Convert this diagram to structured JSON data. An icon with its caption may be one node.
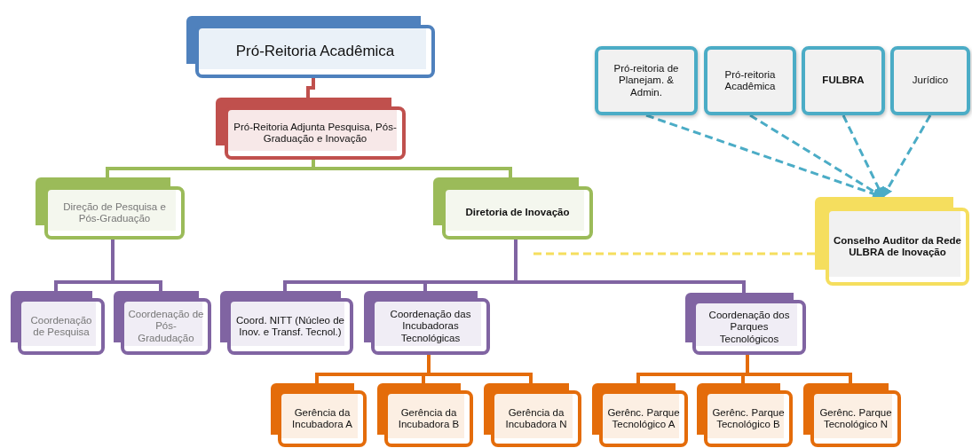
{
  "diagram": {
    "nodes": [
      {
        "text": [
          "Pró-Reitoria Acadêmica"
        ]
      },
      {
        "text": [
          "Pró-Reitoria Adjunta Pesquisa, Pós-Graduação e Inovação"
        ]
      },
      {
        "text": [
          "Direção de Pesquisa e Pós-Graduação"
        ]
      },
      {
        "text": [
          "Diretoria de Inovação"
        ]
      },
      {
        "text": [
          "Coordenação de Pesquisa"
        ]
      },
      {
        "text": [
          "Coordenação de Pós-Gradudação"
        ]
      },
      {
        "text": [
          "Coord. NITT (Núcleo de Inov. e Transf. Tecnol.)"
        ]
      },
      {
        "text": [
          "Coordenação das Incubadoras Tecnológicas"
        ]
      },
      {
        "text": [
          "Coordenação dos Parques Tecnológicos"
        ]
      },
      {
        "text": [
          "Gerência da Incubadora A"
        ]
      },
      {
        "text": [
          "Gerência da Incubadora B"
        ]
      },
      {
        "text": [
          "Gerência da Incubadora N"
        ]
      },
      {
        "text": [
          "Gerênc. Parque Tecnológico A"
        ]
      },
      {
        "text": [
          "Gerênc. Parque Tecnológico B"
        ]
      },
      {
        "text": [
          "Gerênc. Parque Tecnológico N"
        ]
      },
      {
        "text": [
          "Pró-reitoria de Planejam. & Admin."
        ]
      },
      {
        "text": [
          "Pró-reitoria Acadêmica"
        ]
      },
      {
        "text": [
          "FULBRA"
        ]
      },
      {
        "text": [
          "Jurídico"
        ]
      },
      {
        "text": [
          "Conselho Auditor da Rede ULBRA de Inovação"
        ]
      }
    ],
    "edges": [
      {
        "from": 0,
        "to": 1,
        "arrow": "none",
        "color": "#c0504d"
      },
      {
        "from": 1,
        "to": 2,
        "arrow": "none",
        "color": "#9bbb59"
      },
      {
        "from": 1,
        "to": 3,
        "arrow": "none",
        "color": "#9bbb59"
      },
      {
        "from": 2,
        "to": 4,
        "arrow": "none",
        "color": "#8064a2"
      },
      {
        "from": 2,
        "to": 5,
        "arrow": "none",
        "color": "#8064a2"
      },
      {
        "from": 3,
        "to": 6,
        "arrow": "none",
        "color": "#8064a2"
      },
      {
        "from": 3,
        "to": 7,
        "arrow": "none",
        "color": "#8064a2"
      },
      {
        "from": 3,
        "to": 8,
        "arrow": "none",
        "color": "#8064a2"
      },
      {
        "from": 7,
        "to": 9,
        "arrow": "none"
      },
      {
        "from": 7,
        "to": 10,
        "arrow": "none"
      },
      {
        "from": 7,
        "to": 11,
        "arrow": "none"
      },
      {
        "from": 8,
        "to": 12,
        "arrow": "none"
      },
      {
        "from": 8,
        "to": 13,
        "arrow": "none"
      },
      {
        "from": 8,
        "to": 14,
        "arrow": "none"
      },
      {
        "from": 15,
        "to": 19,
        "arrow": "to",
        "style": "dashed",
        "color": "#4bacc6"
      },
      {
        "from": 16,
        "to": 19,
        "arrow": "to",
        "style": "dashed",
        "color": "#4bacc6"
      },
      {
        "from": 17,
        "to": 19,
        "arrow": "to",
        "style": "dashed",
        "color": "#4bacc6"
      },
      {
        "from": 18,
        "to": 19,
        "arrow": "to",
        "style": "dashed",
        "color": "#4bacc6"
      },
      {
        "from": 19,
        "to": null,
        "arrow": "none",
        "style": "dashed",
        "color": "#f5de5e"
      }
    ]
  }
}
